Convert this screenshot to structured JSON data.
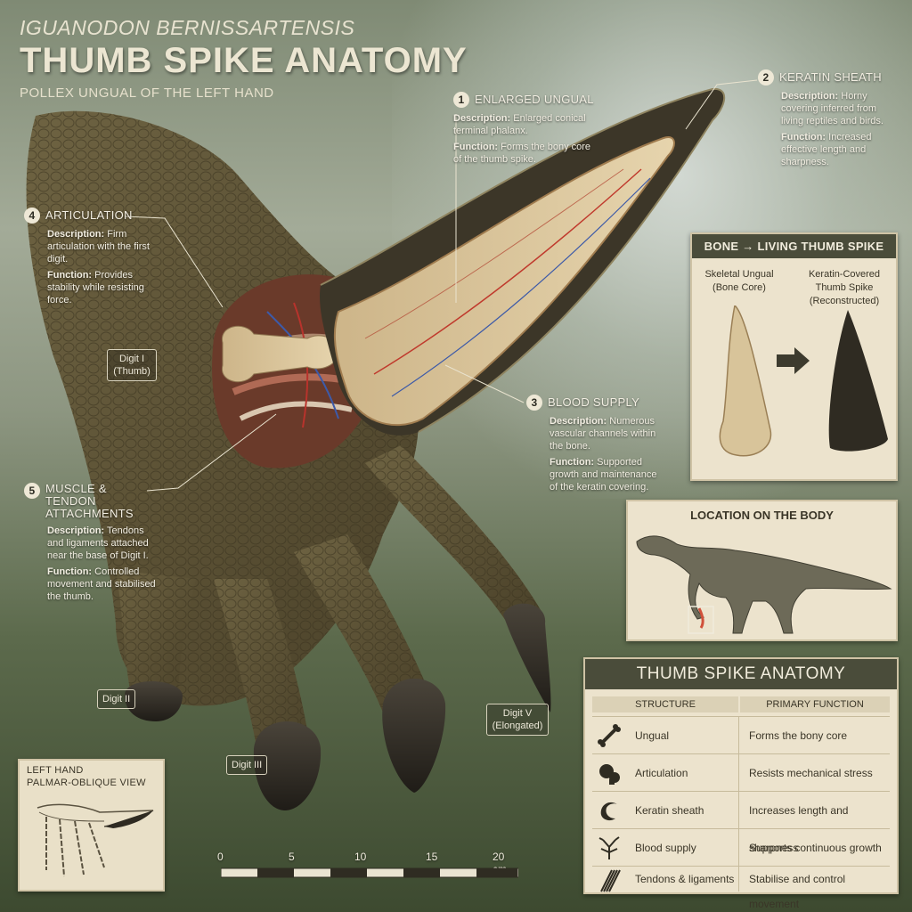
{
  "header": {
    "species": "IGUANODON BERNISSARTENSIS",
    "title": "THUMB SPIKE ANATOMY",
    "caption": "POLLEX UNGUAL OF THE LEFT HAND"
  },
  "callouts": [
    {
      "number": "1",
      "title": "ENLARGED UNGUAL",
      "desc_label": "Description:",
      "desc": "Enlarged conical terminal phalanx.",
      "func_label": "Function:",
      "func": "Forms the bony core of the thumb spike."
    },
    {
      "number": "2",
      "title": "KERATIN SHEATH",
      "desc_label": "Description:",
      "desc": "Horny covering inferred from living reptiles and birds.",
      "func_label": "Function:",
      "func": "Increased effective length and sharpness."
    },
    {
      "number": "3",
      "title": "BLOOD SUPPLY",
      "desc_label": "Description:",
      "desc": "Numerous vascular channels within the bone.",
      "func_label": "Function:",
      "func": "Supported growth and maintenance of the keratin covering."
    },
    {
      "number": "4",
      "title": "ARTICULATION",
      "desc_label": "Description:",
      "desc": "Firm articulation with the first digit.",
      "func_label": "Function:",
      "func": "Provides stability while resisting force."
    },
    {
      "number": "5",
      "title": "MUSCLE & TENDON ATTACHMENTS",
      "desc_label": "Description:",
      "desc": "Tendons and ligaments attached near the base of Digit I.",
      "func_label": "Function:",
      "func": "Controlled movement and stabilised the thumb."
    }
  ],
  "digits": {
    "d1_line1": "Digit I",
    "d1_line2": "(Thumb)",
    "d2": "Digit II",
    "d3": "Digit III",
    "d5_line1": "Digit V",
    "d5_line2": "(Elongated)"
  },
  "comparison": {
    "header": "BONE → LIVING THUMB SPIKE",
    "left_line1": "Skeletal Ungual",
    "left_line2": "(Bone Core)",
    "right_line1": "Keratin-Covered",
    "right_line2": "Thumb Spike",
    "right_line3": "(Reconstructed)"
  },
  "location": {
    "title": "LOCATION ON THE BODY"
  },
  "anatomy_table": {
    "title": "THUMB SPIKE ANATOMY",
    "col_structure": "STRUCTURE",
    "col_function": "PRIMARY FUNCTION",
    "rows": [
      {
        "icon": "bone-icon",
        "structure": "Ungual",
        "function": "Forms the bony core"
      },
      {
        "icon": "joint-icon",
        "structure": "Articulation",
        "function": "Resists mechanical stress"
      },
      {
        "icon": "sheath-curve-icon",
        "structure": "Keratin sheath",
        "function": "Increases length and sharpness"
      },
      {
        "icon": "blood-vessel-icon",
        "structure": "Blood supply",
        "function": "Supports continuous growth"
      },
      {
        "icon": "tendon-fibers-icon",
        "structure": "Tendons & ligaments",
        "function": "Stabilise and control movement"
      }
    ]
  },
  "scale_bar": {
    "ticks": [
      "0",
      "5",
      "10",
      "15",
      "20 cm"
    ]
  },
  "view_inset": {
    "line1": "LEFT HAND",
    "line2": "PALMAR-OBLIQUE VIEW"
  },
  "colors": {
    "panel_bg": "#ece3cd",
    "panel_header": "#4a4c3a",
    "skin": "#5e5436",
    "bone": "#d8c49a",
    "claw": "#2e2a22"
  }
}
